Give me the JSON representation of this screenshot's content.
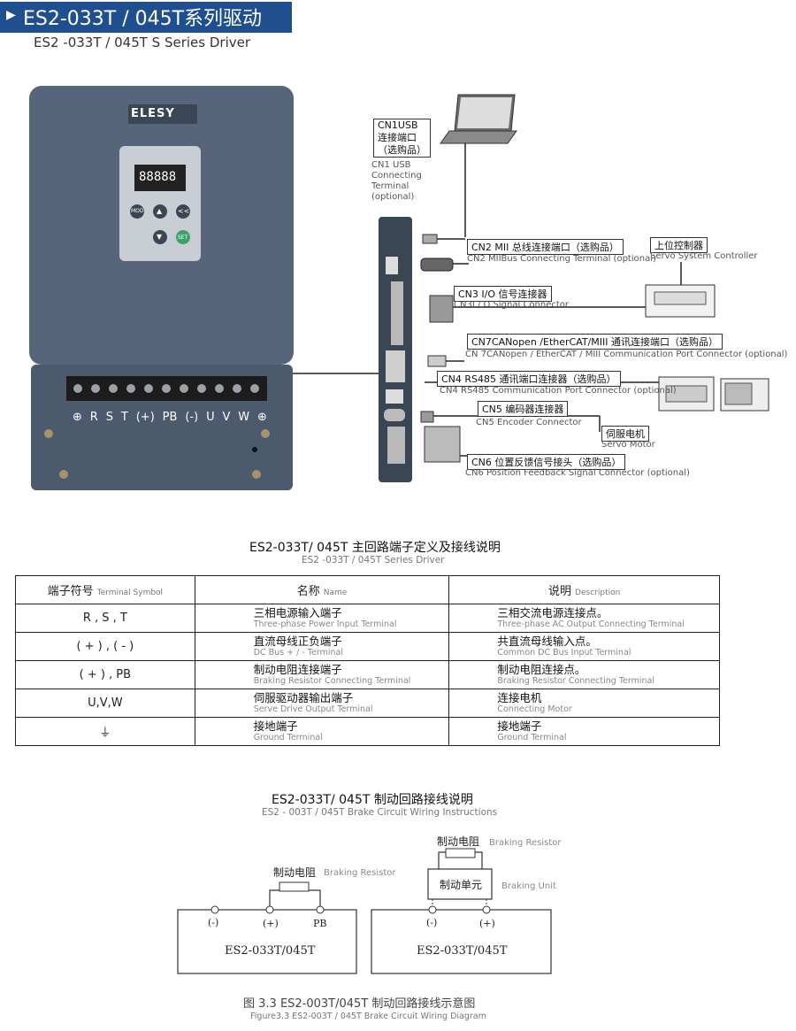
{
  "header": {
    "title": "ES2-033T / 045T系列驱动",
    "subtitle": "ES2 -033T / 045T S Series Driver"
  },
  "drive": {
    "brand": "ELESY",
    "display": "88888",
    "keys": [
      "MOD",
      "▲",
      "<<",
      "▼",
      "SET"
    ],
    "terminal_labels": [
      "⊕",
      "R",
      "S",
      "T",
      "(+)",
      "PB",
      "(-)",
      "U",
      "V",
      "W",
      "⊕"
    ]
  },
  "connections": [
    {
      "cn": "CN1USB",
      "cn2": "连接端口",
      "cn3": "（选购品）",
      "en": [
        "CN1 USB",
        "Connecting",
        "Terminal",
        "(optional)"
      ]
    },
    {
      "cn": "CN2 MII 总线连接端口（选购品）",
      "en": "CN2 MIIBus Connecting Terminal (optional)"
    },
    {
      "cn": "CN3  I/O 信号连接器",
      "en": "CN3I / O Signal Connector"
    },
    {
      "cn": "CN7CANopen /EtherCAT/MIII 通讯连接端口（选购品）",
      "en": "CN 7CANopen / EtherCAT / MIII Communication Port Connector (optional)"
    },
    {
      "cn": "CN4  RS485 通讯端口连接器（选购品）",
      "en": "CN4 RS485 Communication Port Connector (optional)"
    },
    {
      "cn": "CN5  编码器连接器",
      "en": "CN5 Encoder Connector"
    },
    {
      "cn": "CN6  位置反馈信号接头（选购品）",
      "en": "CN6 Position Feedback Signal Connector (optional)"
    }
  ],
  "devices": {
    "controller_cn": "上位控制器",
    "controller_en": "Servo System Controller",
    "motor_cn": "伺服电机",
    "motor_en": "Servo Motor"
  },
  "table_section": {
    "title": "ES2-033T/ 045T 主回路端子定义及接线说明",
    "subtitle": "ES2 -033T / 045T  Series Driver",
    "headers": [
      {
        "cn": "端子符号",
        "en": "Terminal Symbol"
      },
      {
        "cn": "名称",
        "en": "Name"
      },
      {
        "cn": "说明",
        "en": "Description"
      }
    ],
    "rows": [
      {
        "symbol": "R , S , T",
        "name_cn": "三相电源输入端子",
        "name_en": "Three-phase Power Input Terminal",
        "desc_cn": "三相交流电源连接点。",
        "desc_en": "Three-phase AC Output Connecting Terminal"
      },
      {
        "symbol": "( + ) , ( - )",
        "name_cn": "直流母线正负端子",
        "name_en": "DC Bus + / - Terminal",
        "desc_cn": "共直流母线输入点。",
        "desc_en": "Common DC Bus Input Terminal"
      },
      {
        "symbol": "( + ) , PB",
        "name_cn": "制动电阻连接端子",
        "name_en": "Braking Resistor Connecting Terminal",
        "desc_cn": "制动电阻连接点。",
        "desc_en": "Braking Resistor Connecting Terminal"
      },
      {
        "symbol": "U,V,W",
        "name_cn": "伺服驱动器输出端子",
        "name_en": "Serve Drive Output Terminal",
        "desc_cn": "连接电机",
        "desc_en": "Connecting Motor"
      },
      {
        "symbol": "⏚",
        "name_cn": "接地端子",
        "name_en": "Ground Terminal",
        "desc_cn": "接地端子",
        "desc_en": "Ground Terminal"
      }
    ]
  },
  "brake_section": {
    "title": "ES2-033T/ 045T 制动回路接线说明",
    "subtitle": "ES2 - 003T / 045T Brake Circuit Wiring Instructions",
    "left": {
      "resistor_cn": "制动电阻",
      "resistor_en": "Braking Resistor",
      "terminals": [
        "(-)",
        "(+)",
        "PB"
      ],
      "model": "ES2-033T/045T"
    },
    "right": {
      "resistor_cn": "制动电阻",
      "resistor_en": "Braking Resistor",
      "unit_cn": "制动单元",
      "unit_en": "Braking Unit",
      "terminals": [
        "(-)",
        "(+)"
      ],
      "model": "ES2-033T/045T"
    }
  },
  "figure": {
    "caption_cn": "图 3.3 ES2-003T/045T 制动回路接线示意图",
    "caption_en": "Figure3.3  ES2-003T / 045T Brake Circuit Wiring Diagram"
  }
}
